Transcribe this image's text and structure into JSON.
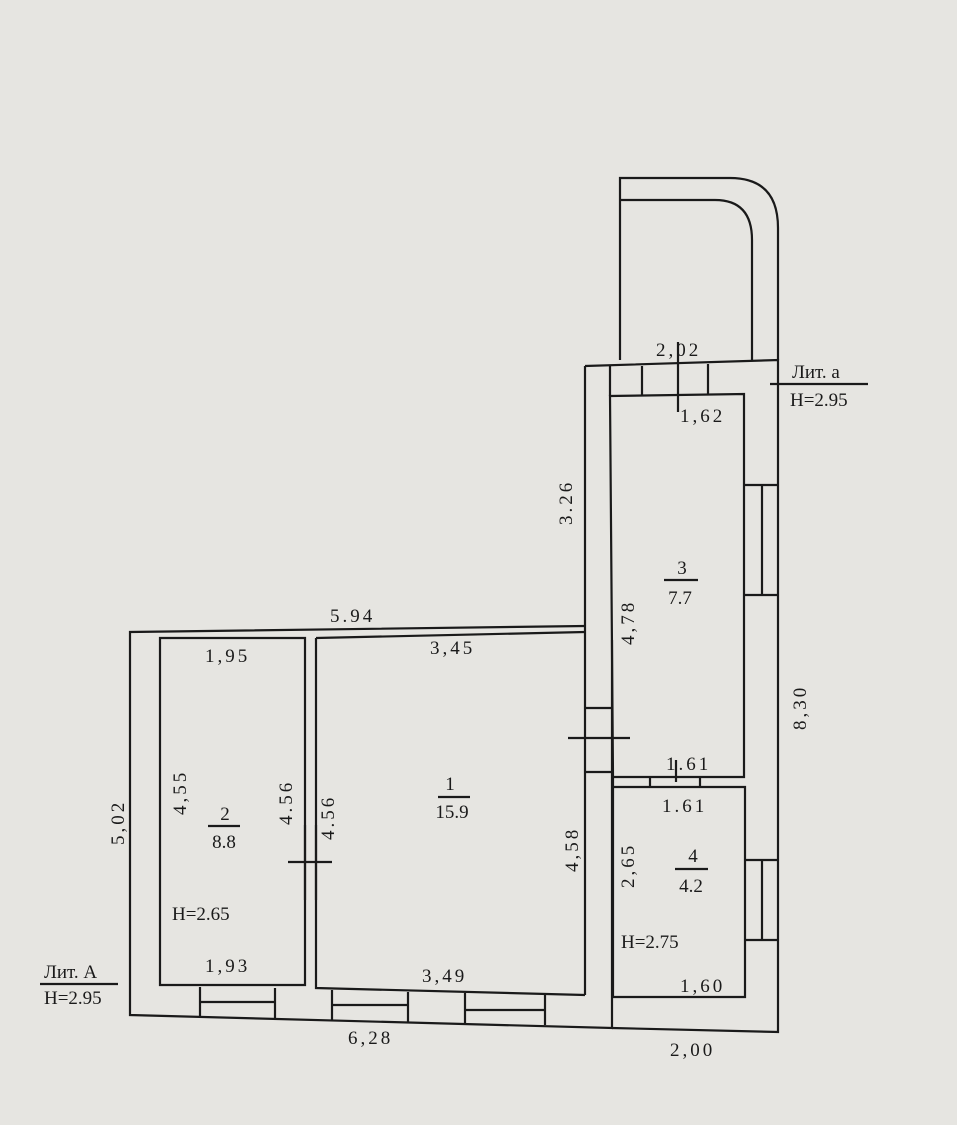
{
  "plan": {
    "lit_A": {
      "name": "Лит. А",
      "height": "H=2.95"
    },
    "lit_a": {
      "name": "Лит. а",
      "height": "H=2.95"
    },
    "rooms": [
      {
        "number": "1",
        "area": "15.9"
      },
      {
        "number": "2",
        "area": "8.8",
        "height": "H=2.65"
      },
      {
        "number": "3",
        "area": "7.7"
      },
      {
        "number": "4",
        "area": "4.2",
        "height": "H=2.75"
      }
    ],
    "dimensions": {
      "top_main": "5.94",
      "room2_top": "1,95",
      "room1_top": "3,45",
      "left_outer": "5,02",
      "room2_left": "4,55",
      "partition_left": "4.56",
      "partition_right": "4.56",
      "room1_right": "4,58",
      "room2_bottom": "1,93",
      "room1_bottom": "3,49",
      "bottom_main": "6,28",
      "bottom_annex": "2,00",
      "balcony": "2,02",
      "room3_top": "1,62",
      "annex_left_outer": "3.26",
      "room3_left": "4,78",
      "room3_bottom": "1.61",
      "room4_top": "1.61",
      "room4_left": "2,65",
      "room4_bottom": "1,60",
      "annex_right_outer": "8,30"
    }
  }
}
